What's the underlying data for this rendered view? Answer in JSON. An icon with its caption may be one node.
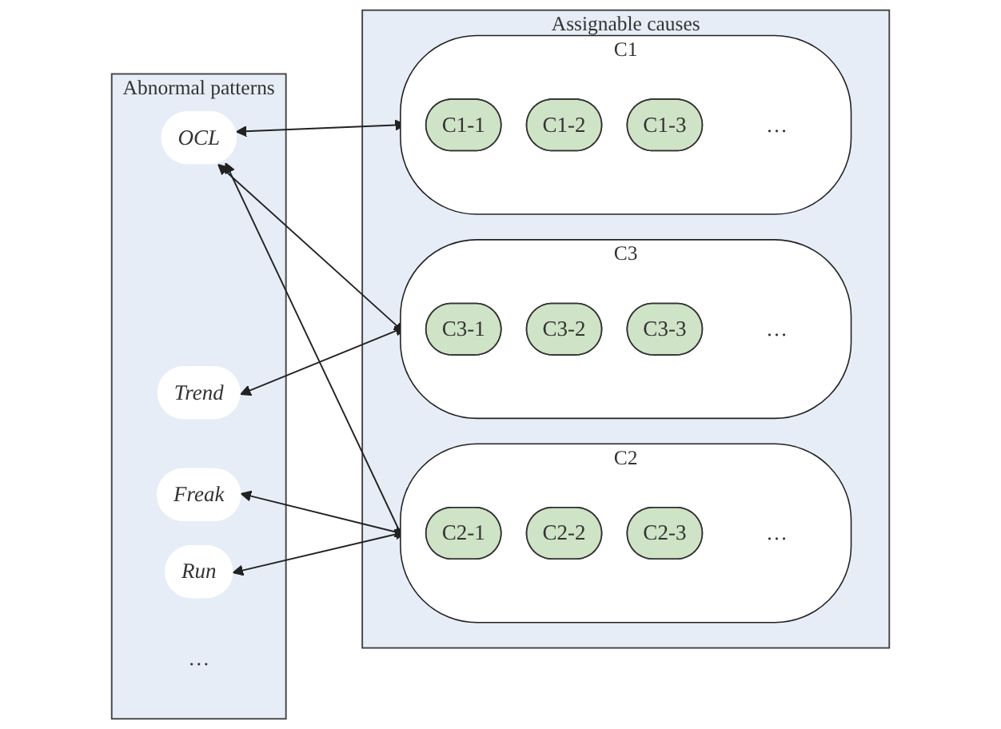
{
  "diagram": {
    "nodes": [
      {
        "text": [
          "Abnormal patterns"
        ]
      },
      {
        "text": [
          "OCL"
        ],
        "in": 0
      },
      {
        "text": [
          "Trend"
        ],
        "in": 0
      },
      {
        "text": [
          "Freak"
        ],
        "in": 0
      },
      {
        "text": [
          "Run"
        ],
        "in": 0
      },
      {
        "text": [
          "…"
        ],
        "in": 0
      },
      {
        "text": [
          "Assignable causes"
        ]
      },
      {
        "text": [
          "C1"
        ],
        "in": 6
      },
      {
        "text": [
          "C1-1"
        ],
        "in": 7
      },
      {
        "text": [
          "C1-2"
        ],
        "in": 7
      },
      {
        "text": [
          "C1-3"
        ],
        "in": 7
      },
      {
        "text": [
          "…"
        ],
        "in": 7
      },
      {
        "text": [
          "C2"
        ],
        "in": 6
      },
      {
        "text": [
          "C2-1"
        ],
        "in": 12
      },
      {
        "text": [
          "C2-2"
        ],
        "in": 12
      },
      {
        "text": [
          "C2-3"
        ],
        "in": 12
      },
      {
        "text": [
          "…"
        ],
        "in": 12
      },
      {
        "text": [
          "C3"
        ],
        "in": 6
      },
      {
        "text": [
          "C3-1"
        ],
        "in": 17
      },
      {
        "text": [
          "C3-2"
        ],
        "in": 17
      },
      {
        "text": [
          "C3-3"
        ],
        "in": 17
      },
      {
        "text": [
          "…"
        ],
        "in": 17
      }
    ],
    "edges": [
      {
        "from": 1,
        "to": 7,
        "arrow": "both"
      },
      {
        "from": 1,
        "to": 12,
        "arrow": "both"
      },
      {
        "from": 1,
        "to": 17,
        "arrow": "both"
      },
      {
        "from": 2,
        "to": 17,
        "arrow": "both"
      },
      {
        "from": 3,
        "to": 12,
        "arrow": "both"
      },
      {
        "from": 4,
        "to": 12,
        "arrow": "both"
      }
    ]
  }
}
